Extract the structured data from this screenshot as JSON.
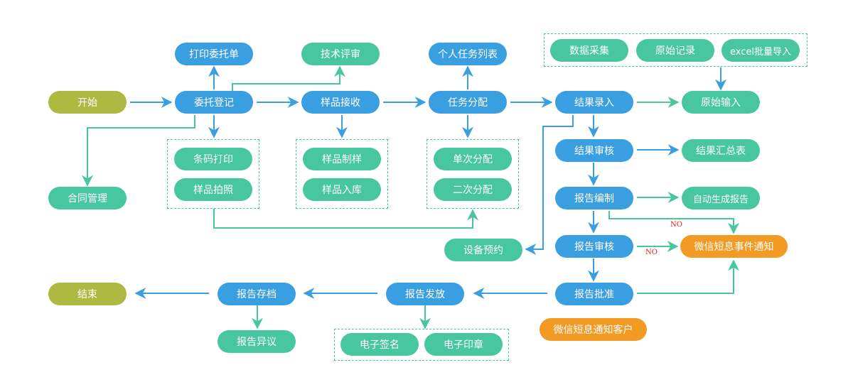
{
  "nodes": {
    "start": "开始",
    "commission_register": "委托登记",
    "print_commission": "打印委托单",
    "tech_review": "技术评审",
    "sample_receive": "样品接收",
    "task_assign": "任务分配",
    "personal_task_list": "个人任务列表",
    "result_entry": "结果录入",
    "raw_input": "原始输入",
    "data_collect": "数据采集",
    "raw_record": "原始记录",
    "excel_import": "excel批量导入",
    "contract_manage": "合同管理",
    "barcode_print": "条码打印",
    "sample_photo": "样品拍照",
    "sample_prep": "样品制样",
    "sample_storage": "样品入库",
    "single_assign": "单次分配",
    "second_assign": "二次分配",
    "result_review": "结果审核",
    "result_summary": "结果汇总表",
    "report_compile": "报告编制",
    "auto_report": "自动生成报告",
    "report_review": "报告审核",
    "wechat_sms_event": "微信短息事件通知",
    "equipment_booking": "设备预约",
    "report_approve": "报告批准",
    "report_issue": "报告发放",
    "report_archive": "报告存档",
    "end": "结束",
    "report_objection": "报告异议",
    "e_signature": "电子签名",
    "e_seal": "电子印章",
    "wechat_sms_customer": "微信短息通知客户"
  },
  "labels": {
    "no_1": "NO",
    "no_2": "NO"
  },
  "colors": {
    "blue": "#3a9fe0",
    "green": "#48c69f",
    "olive": "#aeb941",
    "orange": "#f39a24",
    "no_text": "#e02020"
  }
}
